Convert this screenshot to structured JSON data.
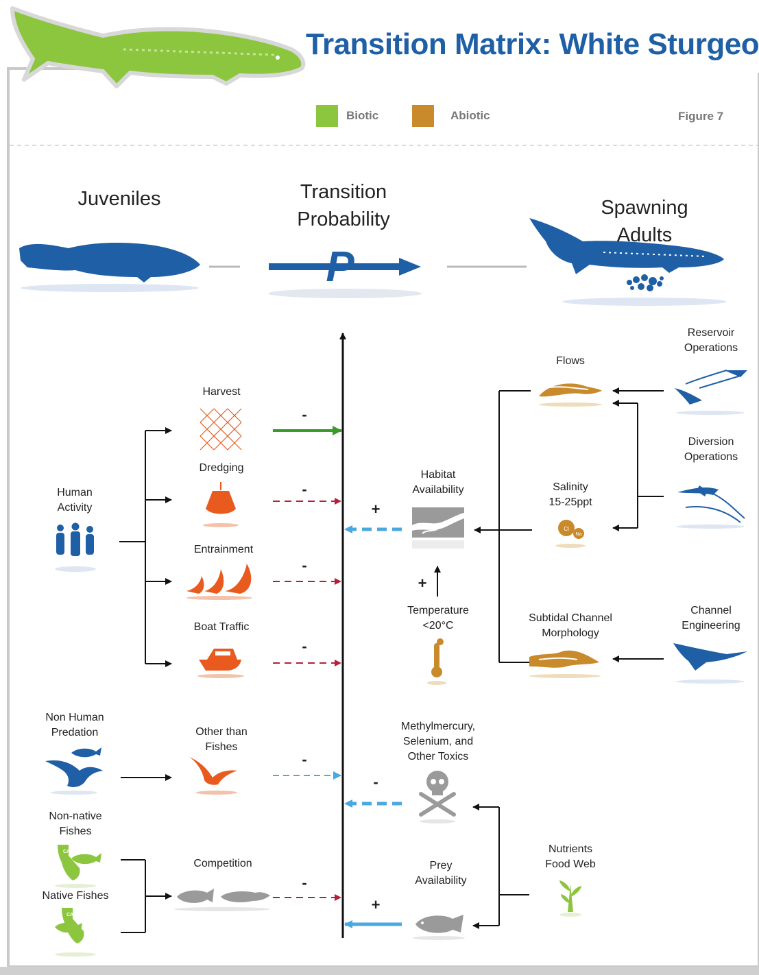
{
  "title": "Transition Matrix: White Sturgeon",
  "legend": [
    {
      "label": "Biotic",
      "color": "#8cc63f"
    },
    {
      "label": "Abiotic",
      "color": "#c98a2b"
    }
  ],
  "figure_label": "Figure 7",
  "stages": {
    "left": "Juveniles",
    "center": "Transition\nProbability",
    "center_symbol": "P",
    "right": "Spawning Adults"
  },
  "colors": {
    "title_blue": "#1f5fa6",
    "biotic_green": "#8cc63f",
    "abiotic_orange": "#c98a2b",
    "human_red": "#e85a1e",
    "neg_red": "#b51f3a",
    "link_blue": "#4aa8e0",
    "gray": "#9a9a9a"
  },
  "factors": {
    "human_activity": "Human\nActivity",
    "harvest": "Harvest",
    "dredging": "Dredging",
    "entrainment": "Entrainment",
    "boat_traffic": "Boat Traffic",
    "non_human_predation": "Non Human\nPredation",
    "other_than_fishes": "Other than\nFishes",
    "non_native_fishes": "Non-native\nFishes",
    "native_fishes": "Native Fishes",
    "competition": "Competition",
    "habitat_availability": "Habitat\nAvailability",
    "flows": "Flows",
    "reservoir_operations": "Reservoir\nOperations",
    "diversion_operations": "Diversion\nOperations",
    "salinity": "Salinity\n15-25ppt",
    "temperature": "Temperature\n<20°C",
    "subtidal_channel": "Subtidal Channel\nMorphology",
    "channel_engineering": "Channel\nEngineering",
    "toxics": "Methylmercury,\nSelenium, and\nOther Toxics",
    "nutrients": "Nutrients\nFood Web",
    "prey": "Prey\nAvailability"
  },
  "signs": {
    "harvest": "-",
    "dredging": "-",
    "entrainment": "-",
    "boat_traffic": "-",
    "predation": "-",
    "competition": "-",
    "habitat": "+",
    "temperature": "+",
    "toxics": "-",
    "prey": "+"
  },
  "icons": {
    "salinity_cl": "Cl",
    "salinity_na": "Na",
    "map_ca": "CA"
  }
}
